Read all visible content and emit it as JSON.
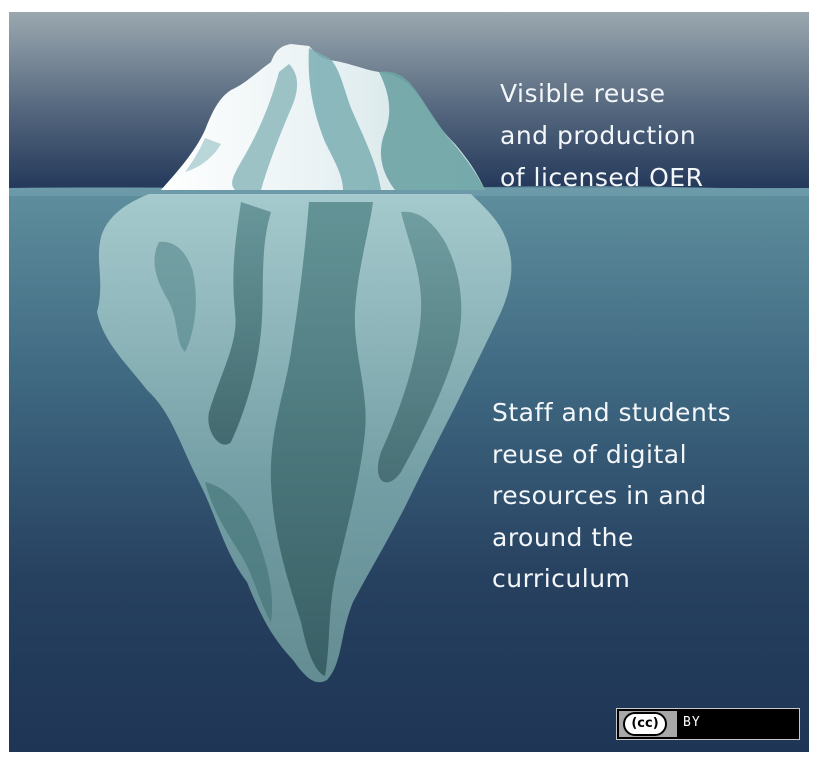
{
  "above_water": {
    "lines": [
      "Visible reuse",
      "and production",
      "of licensed OER"
    ]
  },
  "below_water": {
    "lines": [
      "Staff and students",
      "reuse of digital",
      "resources in and",
      "around the",
      "curriculum"
    ]
  },
  "license_badge": {
    "cc_label": "(cc)",
    "by_label": "BY"
  },
  "colors": {
    "sky_top": "#9aa8af",
    "sky_bottom": "#23385a",
    "water_top": "#5f8f9e",
    "water_bottom": "#1f3556",
    "ice_tip": "#f3f8fa",
    "ice_body": "#8eb9bd",
    "ice_shadow": "#2d5a5e"
  },
  "icons": {
    "iceberg": "iceberg-illustration",
    "license": "creative-commons-by-icon"
  }
}
